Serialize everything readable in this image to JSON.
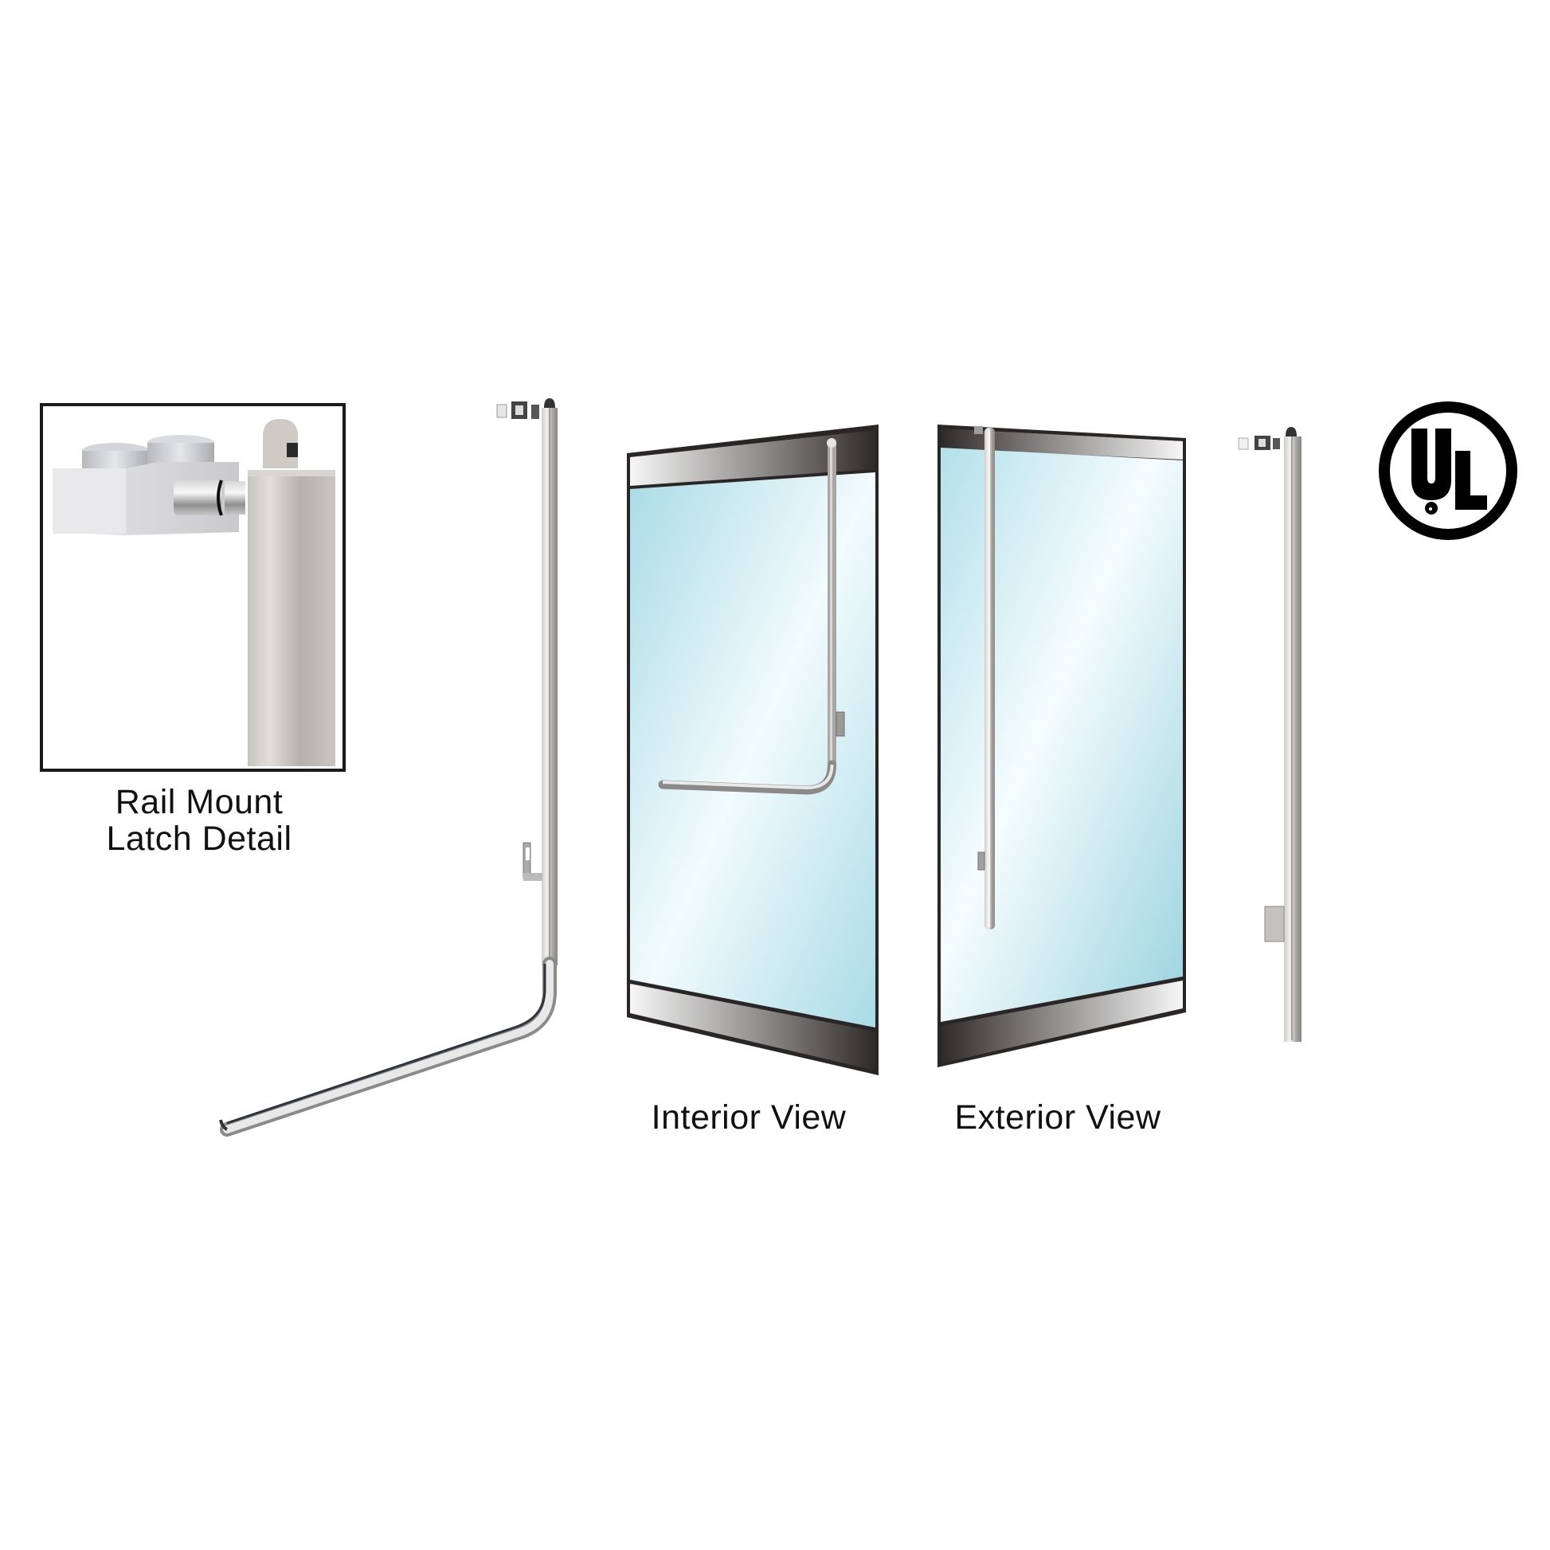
{
  "detail_inset": {
    "caption_line1": "Rail Mount",
    "caption_line2": "Latch Detail",
    "border_color": "#1a1a1a"
  },
  "views": [
    {
      "id": "interior",
      "caption": "Interior View"
    },
    {
      "id": "exterior",
      "caption": "Exterior View"
    }
  ],
  "certification": {
    "logo": "ul-listed-icon",
    "text": "UL"
  },
  "colors": {
    "glass_light": "#eaf7fb",
    "glass_tint": "#a9dbe6",
    "frame_dark": "#2b2626",
    "rail_light": "#f4f4f4",
    "metal": "#b9b6b2",
    "text": "#111111"
  }
}
